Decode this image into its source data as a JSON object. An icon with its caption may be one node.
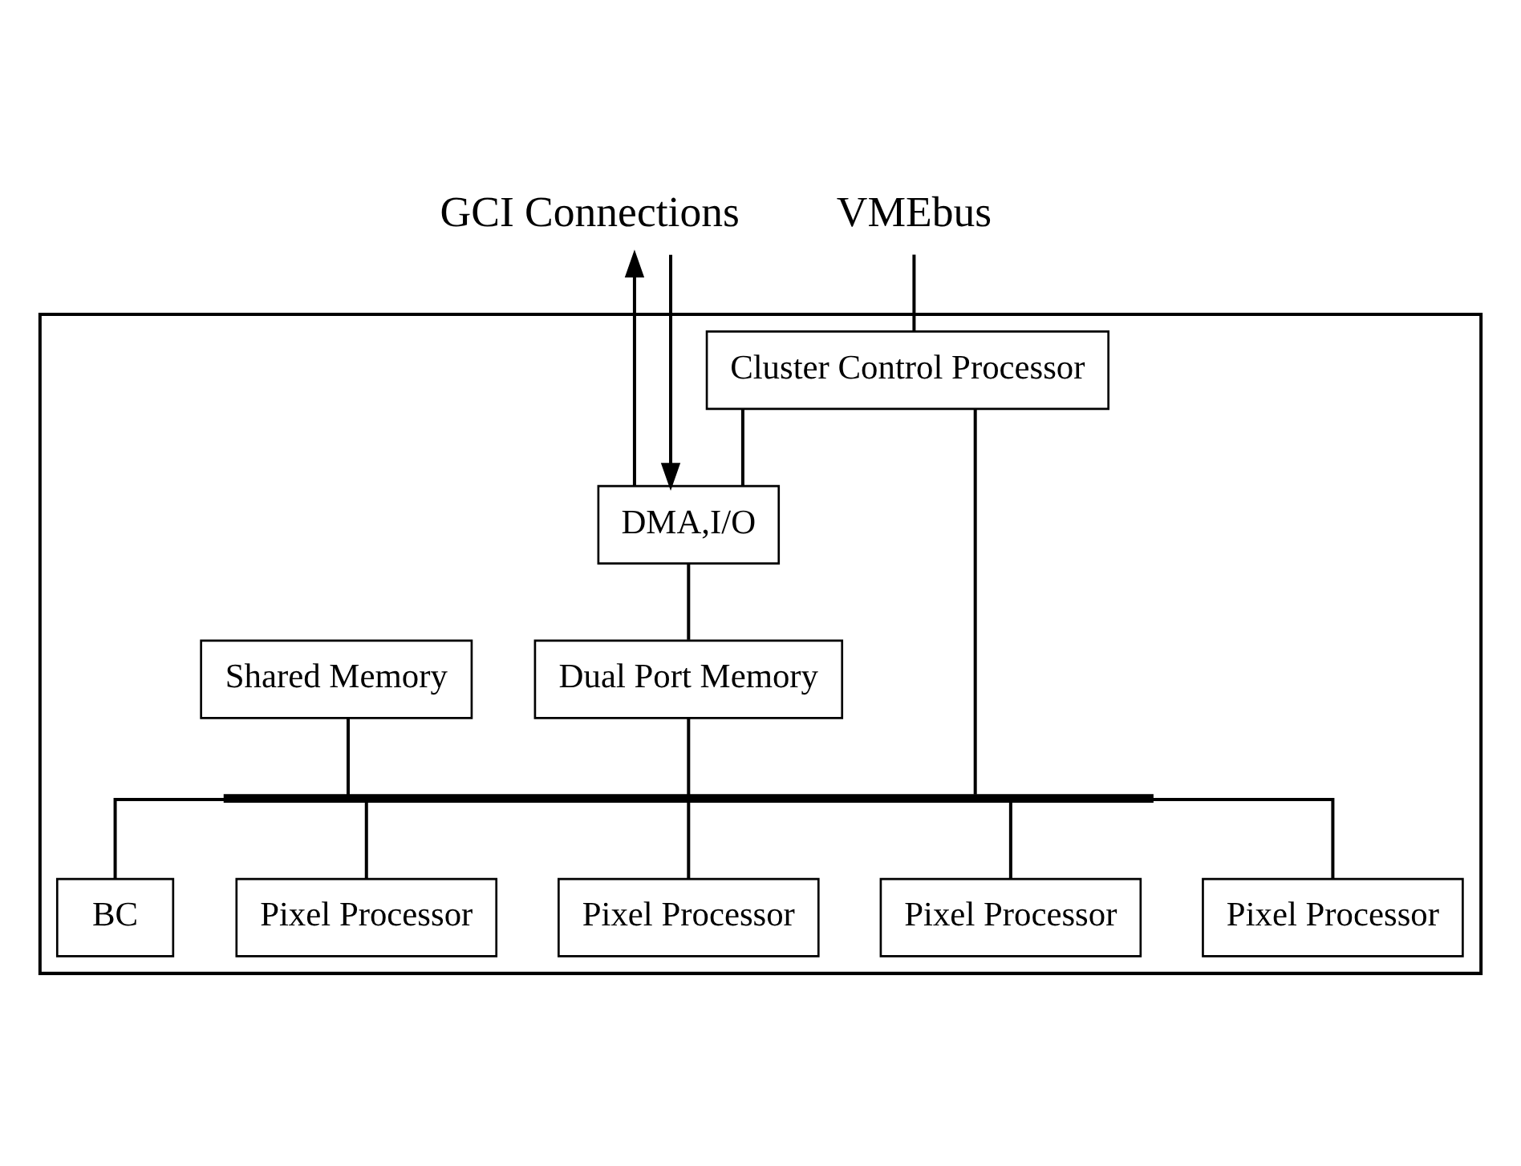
{
  "diagram": {
    "nodes": [
      {
        "text": [],
        "shape": "box"
      },
      {
        "text": [
          "VMEbus"
        ]
      },
      {
        "text": [
          "GCI Connections"
        ]
      },
      {
        "text": [
          "Cluster Control Processor"
        ],
        "in": 0
      },
      {
        "text": [
          "DMA,I/O"
        ],
        "in": 0
      },
      {
        "text": [
          "Shared Memory"
        ],
        "in": 0
      },
      {
        "text": [
          "Dual Port Memory"
        ],
        "in": 0
      },
      {
        "text": [],
        "shape": "bar",
        "in": 0
      },
      {
        "text": [
          "BC"
        ],
        "in": 0
      },
      {
        "text": [
          "Pixel Processor"
        ],
        "in": 0
      },
      {
        "text": [
          "Pixel Processor"
        ],
        "in": 0
      },
      {
        "text": [
          "Pixel Processor"
        ],
        "in": 0
      },
      {
        "text": [
          "Pixel Processor"
        ],
        "in": 0
      }
    ],
    "edges": [
      {
        "from": 1,
        "to": 3,
        "arrow": "none"
      },
      {
        "from": 4,
        "to": 2,
        "arrow": "to"
      },
      {
        "from": 2,
        "to": 4,
        "arrow": "to"
      },
      {
        "from": 3,
        "to": 4,
        "arrow": "none"
      },
      {
        "from": 4,
        "to": 6,
        "arrow": "none"
      },
      {
        "from": 3,
        "to": 7,
        "arrow": "none"
      },
      {
        "from": 6,
        "to": 7,
        "arrow": "none"
      },
      {
        "from": 5,
        "to": 7,
        "arrow": "none"
      },
      {
        "from": 7,
        "to": 8,
        "arrow": "none"
      },
      {
        "from": 7,
        "to": 9,
        "arrow": "none"
      },
      {
        "from": 7,
        "to": 10,
        "arrow": "none"
      },
      {
        "from": 7,
        "to": 11,
        "arrow": "none"
      },
      {
        "from": 7,
        "to": 12,
        "arrow": "none"
      }
    ]
  }
}
